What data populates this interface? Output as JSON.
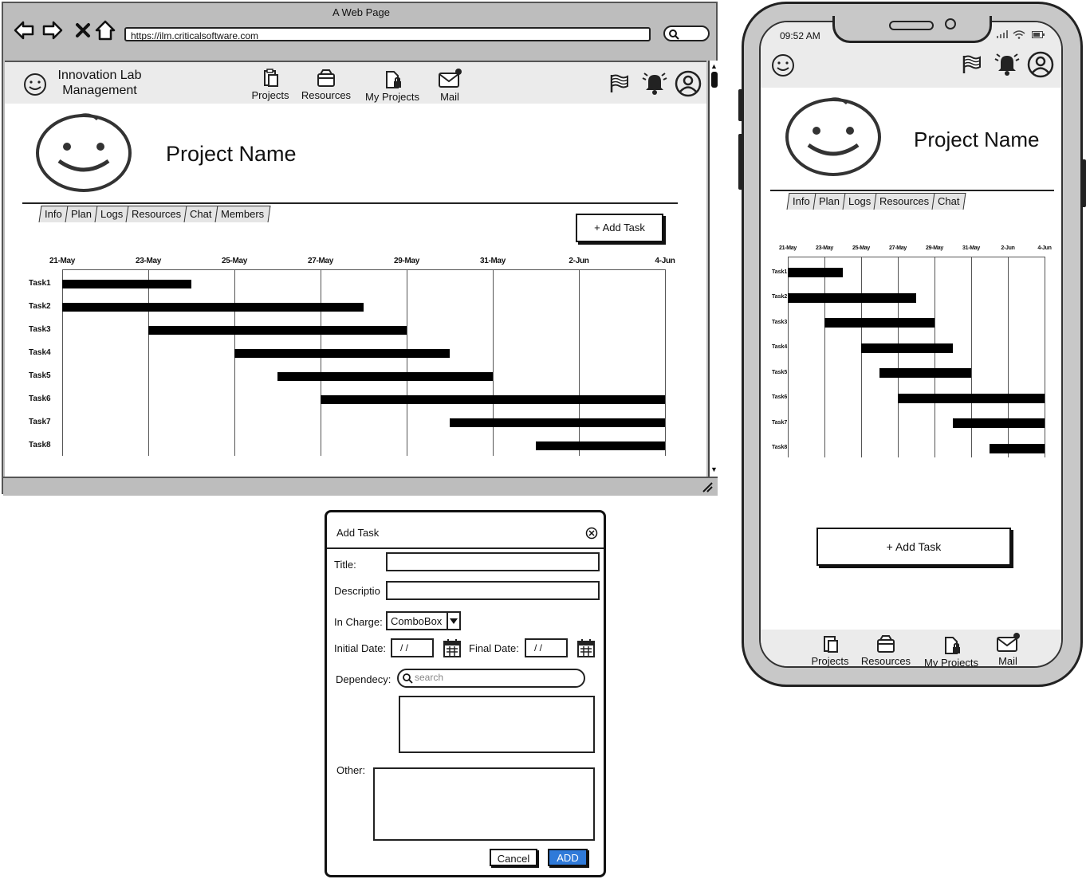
{
  "browser": {
    "window_title": "A Web Page",
    "url": "https://ilm.criticalsoftware.com"
  },
  "app": {
    "brand_line1": "Innovation Lab",
    "brand_line2": "Management",
    "nav": [
      {
        "label": "Projects",
        "icon": "projects-icon"
      },
      {
        "label": "Resources",
        "icon": "resources-icon"
      },
      {
        "label": "My Projects",
        "icon": "my-projects-icon"
      },
      {
        "label": "Mail",
        "icon": "mail-icon"
      }
    ],
    "right_icons": [
      "flag-icon",
      "bell-icon",
      "user-icon"
    ]
  },
  "project": {
    "name": "Project Name",
    "tabs_desktop": [
      "Info",
      "Plan",
      "Logs",
      "Resources",
      "Chat",
      "Members"
    ],
    "tabs_mobile": [
      "Info",
      "Plan",
      "Logs",
      "Resources",
      "Chat"
    ],
    "add_task_label": "+ Add Task"
  },
  "chart_data": {
    "type": "gantt",
    "x_ticks": [
      "21-May",
      "23-May",
      "25-May",
      "27-May",
      "29-May",
      "31-May",
      "2-Jun",
      "4-Jun"
    ],
    "tasks": [
      {
        "name": "Task1",
        "start": "21-May",
        "end": "24-May"
      },
      {
        "name": "Task2",
        "start": "21-May",
        "end": "28-May"
      },
      {
        "name": "Task3",
        "start": "23-May",
        "end": "29-May"
      },
      {
        "name": "Task4",
        "start": "25-May",
        "end": "30-May"
      },
      {
        "name": "Task5",
        "start": "26-May",
        "end": "31-May"
      },
      {
        "name": "Task6",
        "start": "27-May",
        "end": "4-Jun"
      },
      {
        "name": "Task7",
        "start": "30-May",
        "end": "4-Jun"
      },
      {
        "name": "Task8",
        "start": "1-Jun",
        "end": "4-Jun"
      }
    ],
    "grid": true
  },
  "phone": {
    "time": "09:52 AM"
  },
  "dialog": {
    "title": "Add Task",
    "title_label": "Title:",
    "description_label": "Descriptio",
    "in_charge_label": "In Charge:",
    "combo_value": "ComboBox",
    "initial_date_label": "Initial Date:",
    "final_date_label": "Final Date:",
    "date_placeholder": "/ /",
    "dependency_label": "Dependecy:",
    "search_placeholder": "search",
    "other_label": "Other:",
    "cancel_label": "Cancel",
    "add_label": "ADD",
    "add_color": "#2f7ad9"
  }
}
